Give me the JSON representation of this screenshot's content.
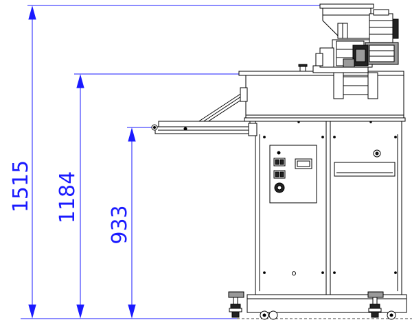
{
  "colors": {
    "dimension": "#1a1aff",
    "linework": "#000000",
    "panel_fill": "#ffffff",
    "dark_fill": "#222222",
    "mid_fill": "#9a9a9a"
  },
  "dimensions": [
    {
      "id": "overall",
      "value": "1515"
    },
    {
      "id": "table",
      "value": "1184"
    },
    {
      "id": "tray",
      "value": "933"
    }
  ],
  "icons": [
    "motor-icon",
    "knob-icon",
    "switch-icon",
    "dial-icon",
    "leveling-foot-icon",
    "caster-icon"
  ]
}
